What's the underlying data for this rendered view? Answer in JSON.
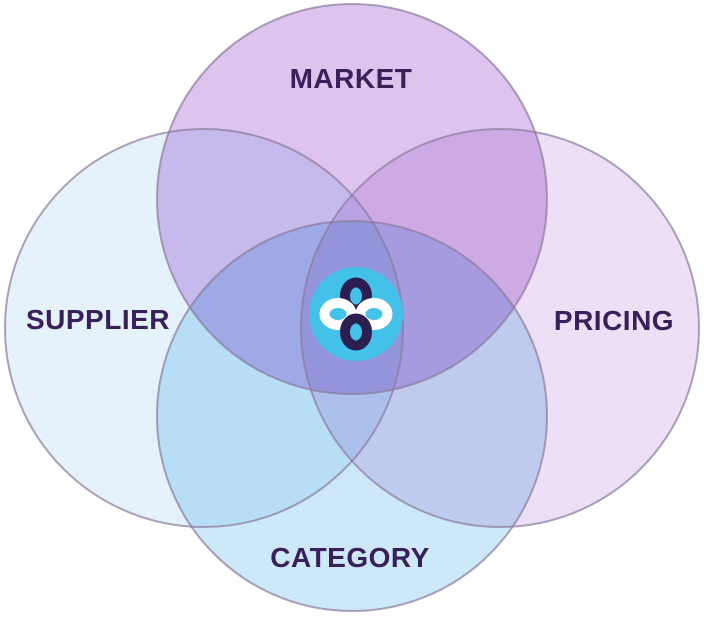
{
  "diagram": {
    "type": "venn-4-circle",
    "labels": {
      "top": "MARKET",
      "left": "SUPPLIER",
      "right": "PRICING",
      "bottom": "CATEGORY"
    },
    "colors": {
      "market_fill": "#ddc3ee",
      "supplier_fill": "#e5f2fc",
      "pricing_fill": "#eddff5",
      "category_fill": "#cde9f9",
      "circle_stroke": "#8a7a9b",
      "label_text": "#38205a",
      "background": "#ffffff"
    },
    "logo": {
      "name": "interlocked-infinity-knot",
      "bg_color": "#43c1e8",
      "dark_loop_color": "#2d1e52",
      "light_loop_color": "#ffffff"
    }
  }
}
